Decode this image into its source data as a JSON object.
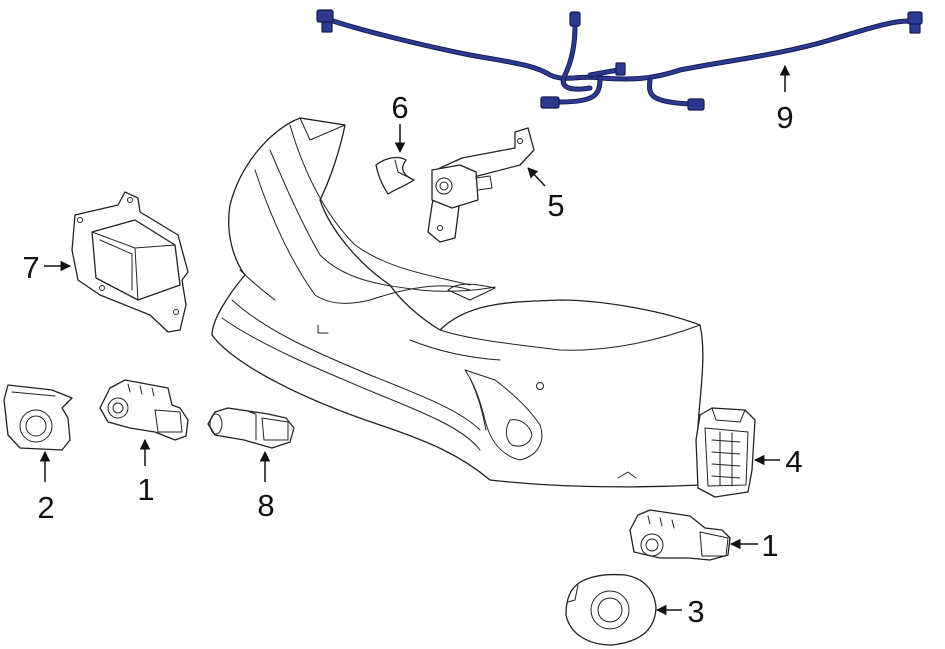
{
  "diagram": {
    "callouts": [
      {
        "id": "c9",
        "label": "9"
      },
      {
        "id": "c6",
        "label": "6"
      },
      {
        "id": "c5",
        "label": "5"
      },
      {
        "id": "c7",
        "label": "7"
      },
      {
        "id": "c2",
        "label": "2"
      },
      {
        "id": "c1a",
        "label": "1"
      },
      {
        "id": "c8",
        "label": "8"
      },
      {
        "id": "c4",
        "label": "4"
      },
      {
        "id": "c1b",
        "label": "1"
      },
      {
        "id": "c3",
        "label": "3"
      }
    ],
    "colors": {
      "harness": "#2b3a8f",
      "line": "#222222",
      "background": "#ffffff"
    }
  }
}
